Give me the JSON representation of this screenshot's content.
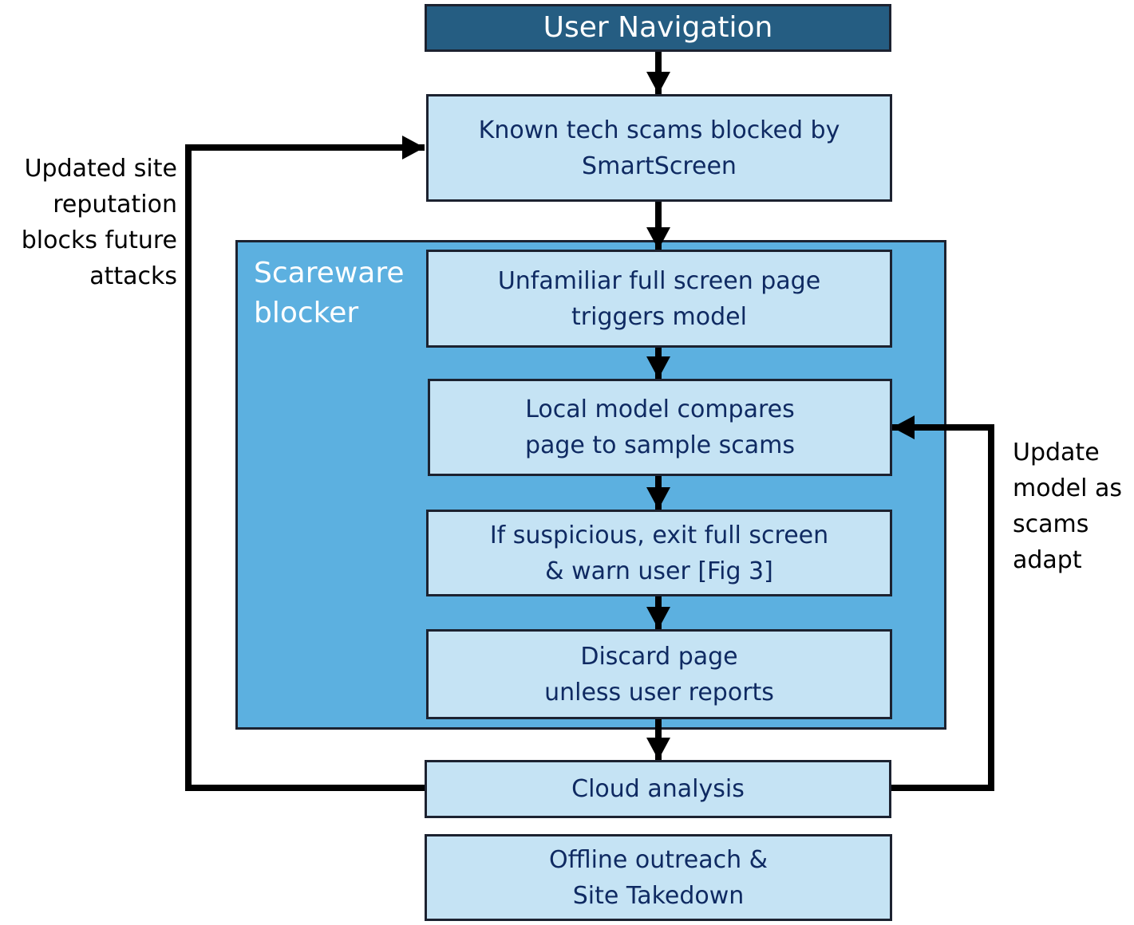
{
  "diagram": {
    "nodes": {
      "user_navigation": [
        "User Navigation"
      ],
      "known_scams": [
        "Known tech scams blocked by",
        "SmartScreen"
      ],
      "unfamiliar_page": [
        "Unfamiliar full screen page",
        "triggers model"
      ],
      "local_model": [
        "Local model compares",
        "page to sample scams"
      ],
      "if_suspicious": [
        "If suspicious, exit full screen",
        "& warn user [Fig 3]"
      ],
      "discard_page": [
        "Discard page",
        "unless user reports"
      ],
      "cloud_analysis": [
        "Cloud analysis"
      ],
      "offline_outreach": [
        "Offline outreach &",
        "Site Takedown"
      ]
    },
    "group_label": [
      "Scareware",
      "blocker"
    ],
    "feedback_left": [
      "Updated site",
      "reputation",
      "blocks future",
      "attacks"
    ],
    "feedback_right": [
      "Update",
      "model as",
      "scams",
      "adapt"
    ],
    "edges": [
      [
        "user_navigation",
        "known_scams"
      ],
      [
        "known_scams",
        "unfamiliar_page"
      ],
      [
        "unfamiliar_page",
        "local_model"
      ],
      [
        "local_model",
        "if_suspicious"
      ],
      [
        "if_suspicious",
        "discard_page"
      ],
      [
        "discard_page",
        "cloud_analysis"
      ],
      [
        "cloud_analysis",
        "known_scams"
      ],
      [
        "cloud_analysis",
        "local_model"
      ]
    ],
    "colors": {
      "header_fill": "#255d82",
      "node_fill": "#c5e3f4",
      "group_fill": "#5cb0e0",
      "text_dark": "#0f2a62",
      "line": "#000000"
    }
  }
}
